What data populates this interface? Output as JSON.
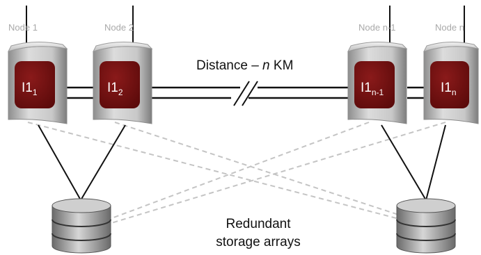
{
  "nodes": [
    {
      "label": "Node 1",
      "instance": "I1",
      "sub": "1"
    },
    {
      "label": "Node 2",
      "instance": "I1",
      "sub": "2"
    },
    {
      "label": "Node n-1",
      "instance": "I1",
      "sub": "n-1"
    },
    {
      "label": "Node n",
      "instance": "I1",
      "sub": "n"
    }
  ],
  "distance": {
    "prefix": "Distance – ",
    "n": "n",
    "suffix": " KM"
  },
  "storage": {
    "line1": "Redundant",
    "line2": "storage arrays"
  },
  "colors": {
    "instance_fill": "#6e0f0f",
    "server_body": "#b9b9b9",
    "dashed_link": "#c4c4c4",
    "solid_link": "#111111",
    "node_label": "#a9a9a9"
  },
  "icons": {
    "server": "server-icon",
    "disk": "storage-array-icon"
  }
}
